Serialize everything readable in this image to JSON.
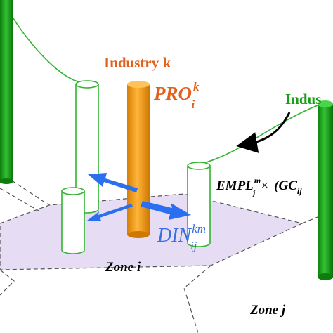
{
  "colors": {
    "green": "#16a016",
    "orange": "#f5a11b",
    "industry_k_text": "#e2601c",
    "din_text": "#3a6fe0",
    "blue_arrow": "#2a6ff0",
    "zone_fill": "#e6ddf5",
    "outline_green": "#2fb52f",
    "black": "#000000"
  },
  "labels": {
    "industry_k": "Industry k",
    "industry_m_partial": "Indus",
    "pro_base": "PRO",
    "pro_sup": "k",
    "pro_sub": "i",
    "empl_base": "EMPL",
    "empl_sup": "m",
    "empl_sub": "j",
    "times": "×",
    "gc_open": "(GC",
    "gc_sub": "ij",
    "din_base": "DIN",
    "din_sup": "km",
    "din_sub": "ij",
    "zone_i": "Zone i",
    "zone_j": "Zone j"
  }
}
